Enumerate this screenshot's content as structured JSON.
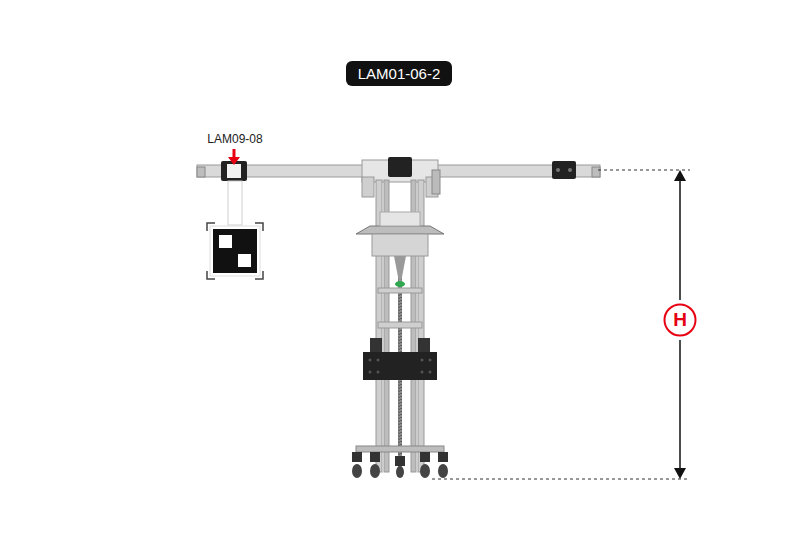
{
  "diagram": {
    "title": "LAM01-06-2",
    "nodes": [
      {
        "text": [
          "H"
        ]
      }
    ],
    "labels": [
      "LAM09-08"
    ]
  }
}
